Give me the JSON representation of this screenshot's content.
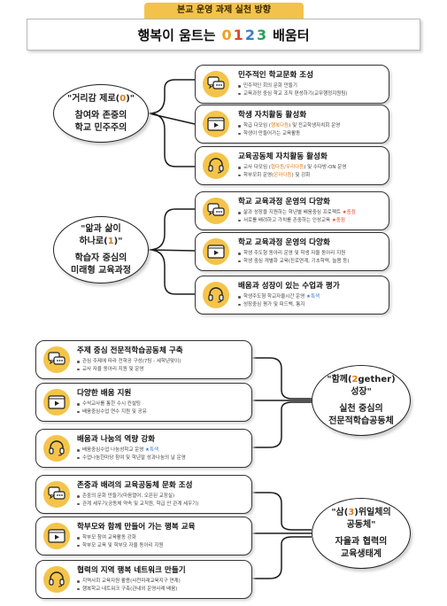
{
  "header": {
    "tab": "본교 운영 과제 실천 방향"
  },
  "title": {
    "pre": "행복이 움트는",
    "nums": [
      "0",
      "1",
      "2",
      "3"
    ],
    "num_colors": [
      "#f0a020",
      "#e0472a",
      "#3a7bd5",
      "#2aa05a"
    ],
    "post": "배움터"
  },
  "ovals": [
    {
      "quote": "\"거리감 제로(",
      "circ": "0",
      "quote_end": ")\"",
      "line2": "참여와 존중의",
      "line3": "학교 민주주의"
    },
    {
      "quote": "\"앎과 삶이",
      "quote2a": "하나로(",
      "circ": "1",
      "quote2b": ")\"",
      "line2": "학습자 중심의",
      "line3": "미래형 교육과정"
    },
    {
      "quote": "\"함께(",
      "circ": "2",
      "quote_end": "gether)",
      "quote2": "성장\"",
      "line2": "실천 중심의",
      "line3": "전문적학습공동체"
    },
    {
      "quote": "\"삼(",
      "circ": "3",
      "quote_end": ")위일체의",
      "quote2": "공동체\"",
      "line2": "자율과 협력의",
      "line3": "교육생태계"
    }
  ],
  "boxes": [
    {
      "icon": "chat-icon",
      "title": "민주적인 학교문화 조성",
      "items": [
        "민주적인 회의 문화 만들기",
        "교육과정 중심 학교 조직 편성하기(교무행정지원팀)"
      ]
    },
    {
      "icon": "video-icon",
      "title": "학생 자치활동 활성화",
      "items": [
        [
          "학급 다모임 (",
          "행복다듬",
          ") 및 전교학생자치회 운영"
        ],
        "학생이 만들어가는 교육활동"
      ]
    },
    {
      "icon": "headset-icon",
      "title": "교육공동체 자치활동 활성화",
      "items": [
        [
          "교사 다모임 (",
          "협다듬/우리다듬",
          ") 및 수다방-ON 운영"
        ],
        [
          "학부모회 운영(",
          "온마다듬",
          ") 및 강화"
        ]
      ]
    },
    {
      "icon": "chat-icon",
      "title": "학교 교육과정 운영의 다양화",
      "items": [
        [
          "삶과 성장을 지원하는 학년별 배움중심 프로젝트 ",
          "★중점"
        ],
        [
          "서로를 배려하고 가치를 존중하는 인성교육 ",
          "★중점"
        ]
      ]
    },
    {
      "icon": "video-icon",
      "title": "학교 교육과정 운영의 다양화",
      "items": [
        "학생 주도형 동아리 운영 및 학생 자율 동아리 지원",
        "학생 중심 개별화 교육(진로연계, 기초학력, 늘봄 등)"
      ]
    },
    {
      "icon": "headset-icon",
      "title": "배움과 성장이 있는 수업과 평가",
      "items": [
        [
          "학생주도형 학교자율시간 운영 ",
          "★특색"
        ],
        "성장중심 평가 및 피드백, 통지"
      ]
    },
    {
      "icon": "chat-icon",
      "title": "주제 중심 전문적학습공동체 구축",
      "items": [
        "관심 주제에 따라 전학공 구성(7팀 - 세학년맞이)",
        "교사 자율 동아리 지원 및 운영"
      ]
    },
    {
      "icon": "video-icon",
      "title": "다양한 배움 지원",
      "items": [
        "수석교사를 통한 수시 컨설팅",
        "배움중심수업 연수 지원 및 공유"
      ]
    },
    {
      "icon": "headset-icon",
      "title": "배움과 나눔의 역량 강화",
      "items": [
        [
          "배움중심수업 나눔성학교 운영 ",
          "★특색"
        ],
        "수업나눔한마당 참여 및 학년말 성과나눔의 날 운영"
      ]
    },
    {
      "icon": "chat-icon",
      "title": "존중과 배려의 교육공동체 문화 조성",
      "items": [
        "존중의 문화 만들기(마음열어, 오픈된 교장실)",
        "관계 세우기(공동체 약속 및 교직원, 학급 안 관계 세우기)"
      ]
    },
    {
      "icon": "video-icon",
      "title": "학부모와 함께 만들어 가는 행복 교육",
      "items": [
        "학부모 참여 교육활동 강화",
        "학부모 교육 및 학부모 자율 동아리 지원"
      ]
    },
    {
      "icon": "headset-icon",
      "title": "협력의 지역 행복 네트워크 만들기",
      "items": [
        "지역사회 교육자원 활용(사천미래교육지구 연계)",
        "행복학교 네트워크 구축(관내외 운영사례 배움)"
      ]
    }
  ],
  "colors": {
    "accent": "#f4c44a",
    "header_tab": "#f3c24a",
    "star": "#e0472a",
    "blue": "#3a7bd5"
  }
}
